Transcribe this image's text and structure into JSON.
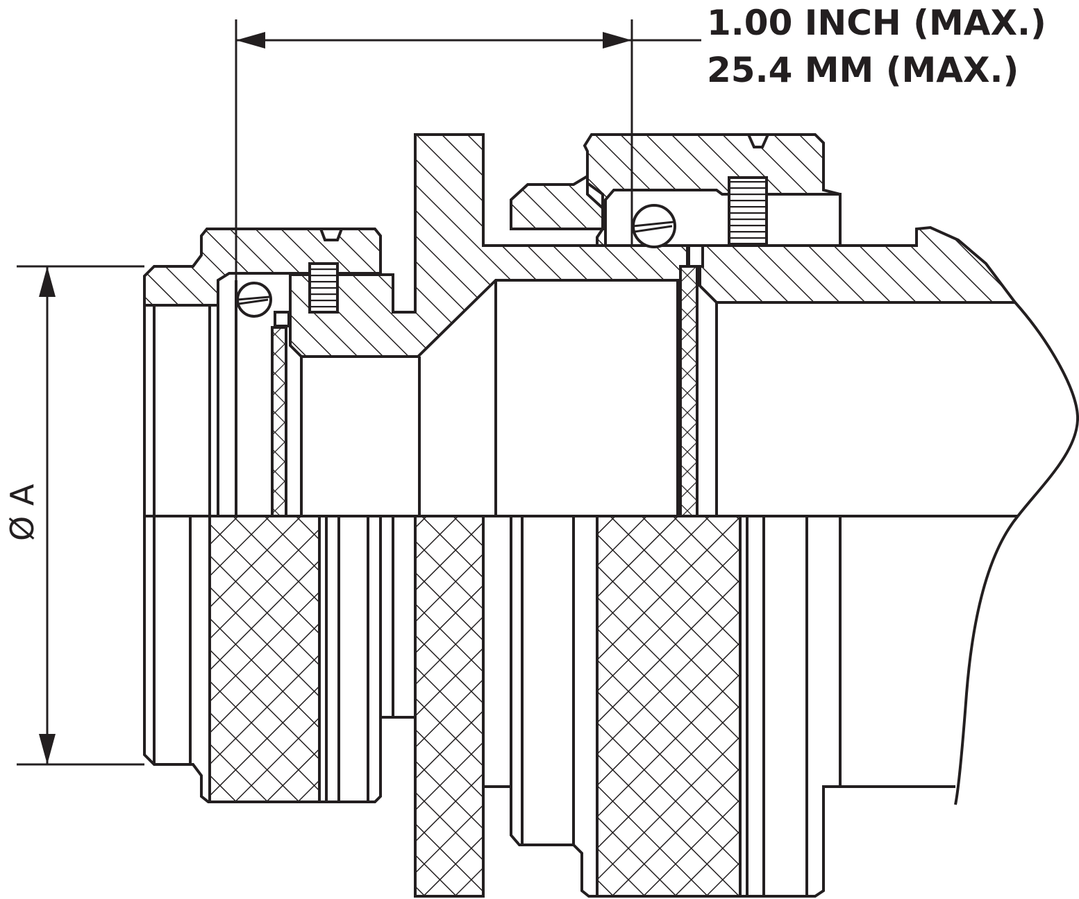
{
  "dimensions": {
    "length_inch": "1.00 INCH (MAX.)",
    "length_mm": "25.4 MM (MAX.)",
    "diameter_label": "Ø A"
  },
  "colors": {
    "ink": "#231f20",
    "background": "#ffffff"
  }
}
